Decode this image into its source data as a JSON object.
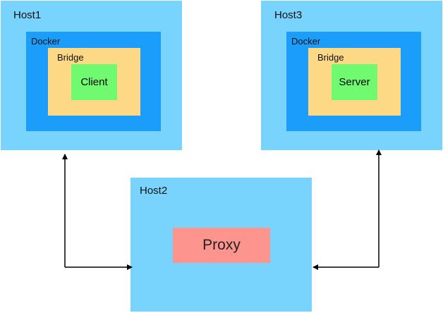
{
  "host1": {
    "label": "Host1",
    "docker": {
      "label": "Docker",
      "bridge": {
        "label": "Bridge",
        "app": "Client"
      }
    }
  },
  "host3": {
    "label": "Host3",
    "docker": {
      "label": "Docker",
      "bridge": {
        "label": "Bridge",
        "app": "Server"
      }
    }
  },
  "host2": {
    "label": "Host2",
    "proxy": "Proxy"
  },
  "colors": {
    "host": "#79d4fd",
    "docker": "#1a9dfb",
    "bridge": "#fdd885",
    "app": "#70fa6f",
    "proxy": "#fd948e",
    "arrow": "#000000"
  }
}
